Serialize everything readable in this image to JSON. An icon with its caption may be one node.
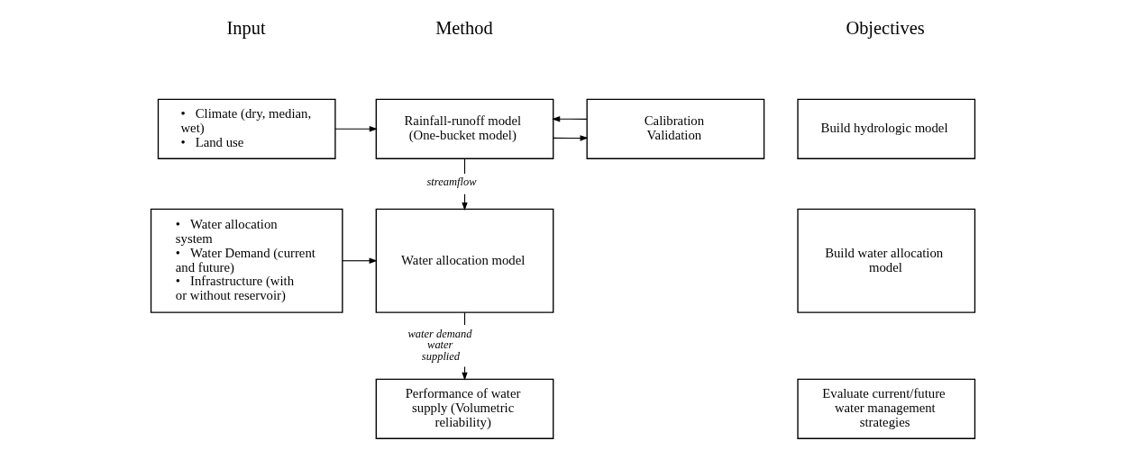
{
  "diagram": {
    "nodes": [
      {
        "text": [
          "•   Climate (dry, median, wet)",
          "•   Land use"
        ]
      },
      {
        "text": [
          "Rainfall-runoff model (One-bucket model)"
        ]
      },
      {
        "text": [
          "Calibration",
          "Validation"
        ]
      },
      {
        "text": [
          "•   Water allocation system",
          "•   Water Demand (current and future)",
          "•   Infrastructure (with or without reservoir)"
        ]
      },
      {
        "text": [
          "Water allocation model"
        ]
      },
      {
        "text": [
          "Performance of water supply (Volumetric reliability)"
        ]
      },
      {
        "text": [
          "Build hydrologic model"
        ]
      },
      {
        "text": [
          "Build water allocation model"
        ]
      },
      {
        "text": [
          "Evaluate current/future water management strategies"
        ]
      }
    ],
    "edges": [
      {
        "from": 0,
        "to": 1,
        "arrow": "to"
      },
      {
        "from": 1,
        "to": 2,
        "arrow": "to"
      },
      {
        "from": 2,
        "to": 1,
        "arrow": "to"
      },
      {
        "from": 1,
        "to": 4,
        "arrow": "to",
        "label": "streamflow"
      },
      {
        "from": 3,
        "to": 4,
        "arrow": "to"
      },
      {
        "from": 4,
        "to": 5,
        "arrow": "to",
        "label": "water demand water supplied"
      }
    ],
    "labels": [
      "Input",
      "Method",
      "Objectives"
    ]
  }
}
